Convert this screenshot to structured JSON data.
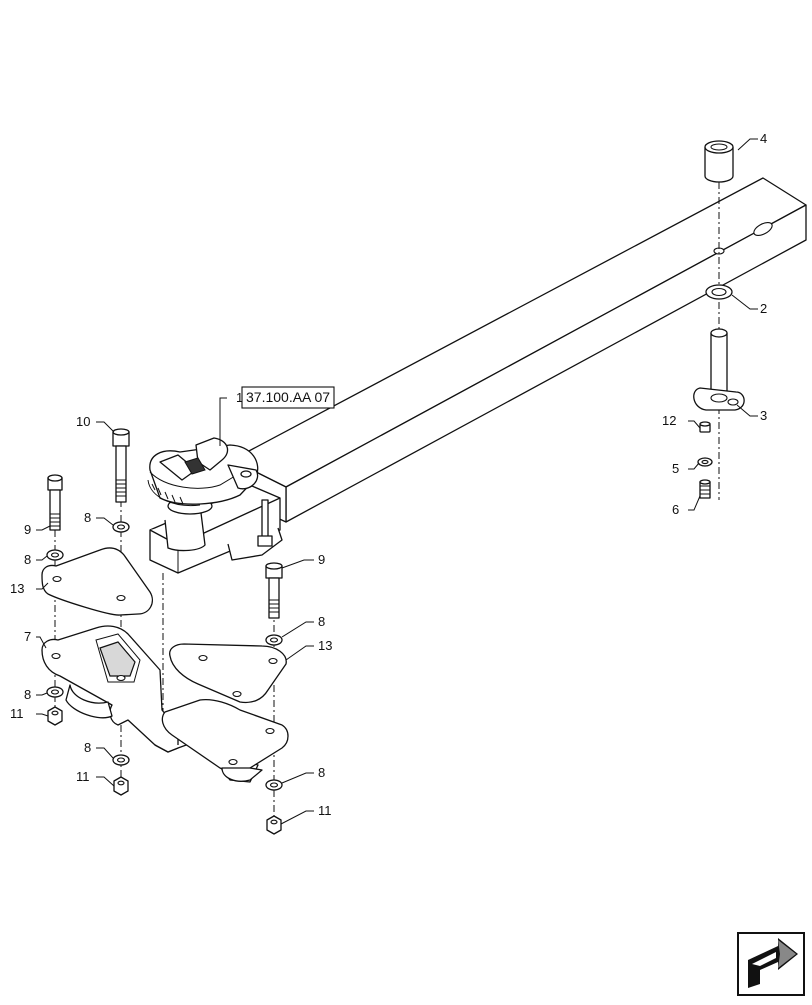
{
  "reference": {
    "callout_number": "1",
    "code": "37.100.AA 07"
  },
  "callouts": [
    {
      "id": "c4",
      "label": "4"
    },
    {
      "id": "c2",
      "label": "2"
    },
    {
      "id": "c3",
      "label": "3"
    },
    {
      "id": "c12",
      "label": "12"
    },
    {
      "id": "c5",
      "label": "5"
    },
    {
      "id": "c6",
      "label": "6"
    },
    {
      "id": "c10",
      "label": "10"
    },
    {
      "id": "c9a",
      "label": "9"
    },
    {
      "id": "c8a",
      "label": "8"
    },
    {
      "id": "c8b",
      "label": "8"
    },
    {
      "id": "c13a",
      "label": "13"
    },
    {
      "id": "c7",
      "label": "7"
    },
    {
      "id": "c8c",
      "label": "8"
    },
    {
      "id": "c11a",
      "label": "11"
    },
    {
      "id": "c8d",
      "label": "8"
    },
    {
      "id": "c11b",
      "label": "11"
    },
    {
      "id": "c9b",
      "label": "9"
    },
    {
      "id": "c8e",
      "label": "8"
    },
    {
      "id": "c13b",
      "label": "13"
    },
    {
      "id": "c8f",
      "label": "8"
    },
    {
      "id": "c11c",
      "label": "11"
    }
  ],
  "nav": {
    "icon": "next-page-arrow-icon"
  }
}
